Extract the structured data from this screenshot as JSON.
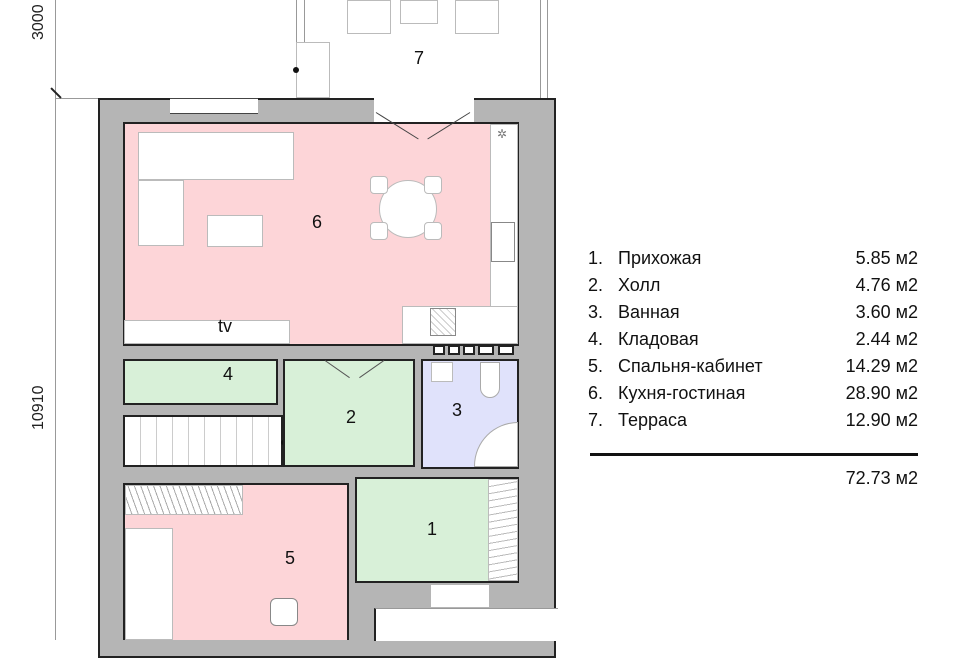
{
  "plan": {
    "dimensions": {
      "top_depth": "3000",
      "side_length": "10910"
    },
    "rooms": [
      {
        "id": "1",
        "name": "Прихожая",
        "area": "5.85 м2",
        "color": "#d8f0d8"
      },
      {
        "id": "2",
        "name": "Холл",
        "area": "4.76 м2",
        "color": "#d8f0d8"
      },
      {
        "id": "3",
        "name": "Ванная",
        "area": "3.60 м2",
        "color": "#e0e2fb"
      },
      {
        "id": "4",
        "name": "Кладовая",
        "area": "2.44 м2",
        "color": "#d8f0d8"
      },
      {
        "id": "5",
        "name": "Спальня-кабинет",
        "area": "14.29 м2",
        "color": "#fdd5d8"
      },
      {
        "id": "6",
        "name": "Кухня-гостиная",
        "area": "28.90 м2",
        "color": "#fdd5d8"
      },
      {
        "id": "7",
        "name": "Терраса",
        "area": "12.90 м2",
        "color": "#ffffff"
      }
    ],
    "tv_label": "tv"
  },
  "legend": {
    "rows": [
      {
        "num": "1.",
        "name": "Прихожая",
        "area": "5.85 м2"
      },
      {
        "num": "2.",
        "name": "Холл",
        "area": "4.76 м2"
      },
      {
        "num": "3.",
        "name": "Ванная",
        "area": "3.60 м2"
      },
      {
        "num": "4.",
        "name": "Кладовая",
        "area": "2.44 м2"
      },
      {
        "num": "5.",
        "name": "Спальня-кабинет",
        "area": "14.29 м2"
      },
      {
        "num": "6.",
        "name": "Кухня-гостиная",
        "area": "28.90 м2"
      },
      {
        "num": "7.",
        "name": "Терраса",
        "area": "12.90 м2"
      }
    ],
    "total": "72.73 м2"
  }
}
